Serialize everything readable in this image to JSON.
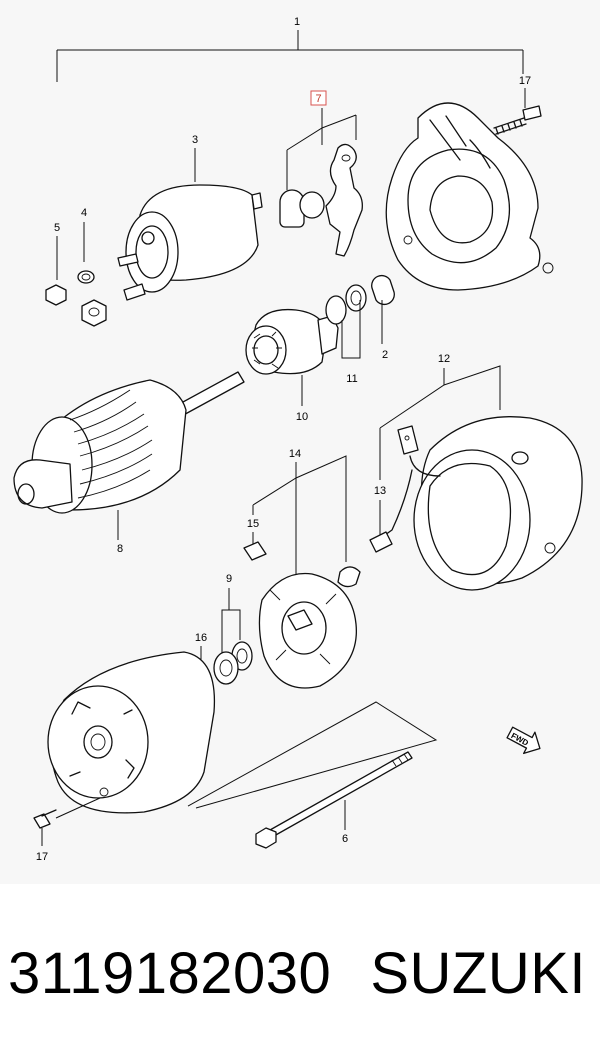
{
  "callouts": {
    "c1": "1",
    "c2": "2",
    "c3": "3",
    "c4": "4",
    "c5": "5",
    "c6": "6",
    "c7": "7",
    "c8": "8",
    "c9": "9",
    "c10": "10",
    "c11": "11",
    "c12": "12",
    "c13": "13",
    "c14": "14",
    "c15": "15",
    "c16": "16",
    "c17_top": "17",
    "c17_bottom": "17"
  },
  "fwd_label": "FWD",
  "highlight_color": "#d9534f",
  "caption": {
    "part_number": "3119182030",
    "brand": "SUZUKI"
  }
}
